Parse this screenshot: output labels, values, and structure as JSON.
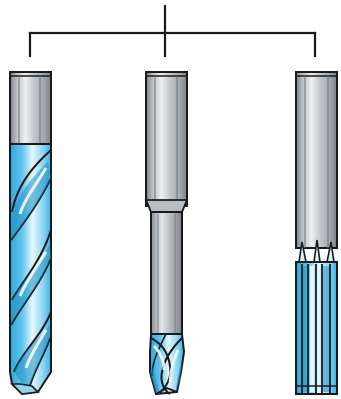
{
  "figure": {
    "tools": [
      {
        "id": "drill",
        "kind": "twist-drill",
        "flutes": 2
      },
      {
        "id": "end-mill",
        "kind": "end-mill",
        "flutes": 3
      },
      {
        "id": "reamer",
        "kind": "straight-flute-reamer",
        "flutes": 6
      }
    ],
    "colors": {
      "outline": "#1a1a1a",
      "steel_dark": "#7b7f84",
      "steel_mid": "#9fa4a9",
      "steel_light": "#d5d8db",
      "steel_highlight": "#eef0f1",
      "coating_dark": "#2aa7dd",
      "coating_mid": "#62c5ee",
      "coating_light": "#b8e6f8",
      "coating_highlight": "#e6f7fd"
    }
  }
}
